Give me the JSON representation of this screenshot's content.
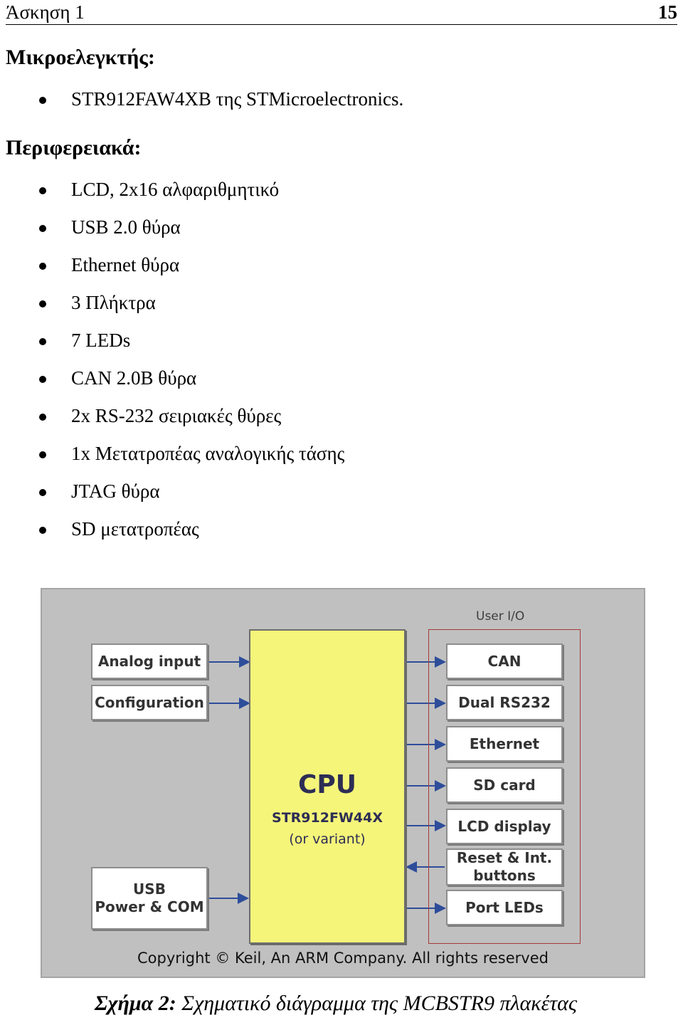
{
  "header": {
    "section": "Άσκηση 1",
    "page_number": "15"
  },
  "microcontroller": {
    "heading": "Μικροελεγκτής:",
    "items": [
      "STR912FAW4XB της STMicroelectronics."
    ]
  },
  "peripherals": {
    "heading": "Περιφερειακά:",
    "items": [
      "LCD, 2x16 αλφαριθμητικό",
      "USB 2.0 θύρα",
      "Ethernet θύρα",
      "3 Πλήκτρα",
      "7 LEDs",
      "CAN 2.0B θύρα",
      "2x RS-232 σειριακές θύρες",
      "1x Μετατροπέας αναλογικής τάσης",
      "JTAG θύρα",
      "SD μετατροπέας"
    ]
  },
  "diagram": {
    "left_blocks": [
      "Analog input",
      "Configuration"
    ],
    "bottom_left_block": {
      "line1": "USB",
      "line2": "Power & COM"
    },
    "cpu": {
      "title": "CPU",
      "model": "STR912FW44X",
      "sub": "(or variant)"
    },
    "user_io_title": "User I/O",
    "user_io_blocks": [
      {
        "line1": "CAN",
        "line2": ""
      },
      {
        "line1": "Dual RS232",
        "line2": ""
      },
      {
        "line1": "Ethernet",
        "line2": ""
      },
      {
        "line1": "SD card",
        "line2": ""
      },
      {
        "line1": "LCD display",
        "line2": ""
      },
      {
        "line1": "Reset & Int.",
        "line2": "buttons"
      },
      {
        "line1": "Port LEDs",
        "line2": ""
      }
    ],
    "copyright_symbol": "©",
    "copyright": "Copyright",
    "copyright_rest": "Keil, An ARM Company. All rights reserved",
    "colors": {
      "panel": "#c0c0c0",
      "cpu": "#f5f57a",
      "arrow": "#2e4d9a",
      "user_io_border": "#a53a3a"
    }
  },
  "caption": {
    "label": "Σχήμα 2:",
    "text": "Σχηματικό διάγραμμα της MCBSTR9 πλακέτας"
  }
}
